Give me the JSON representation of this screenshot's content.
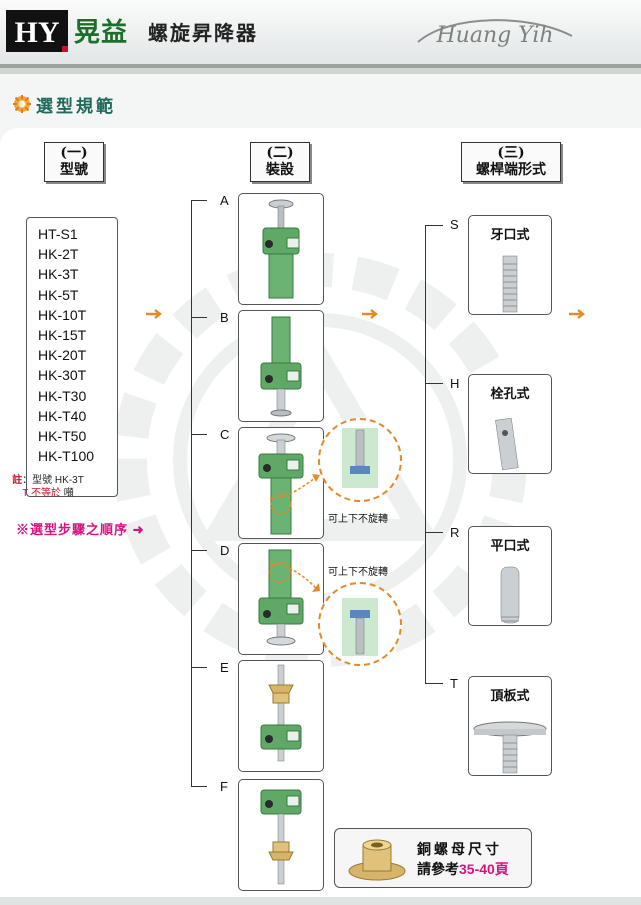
{
  "header": {
    "brand_mark": "HY",
    "brand_name": "晃益",
    "product_title": "螺旋昇降器",
    "signature": "Huang Yih"
  },
  "section_title": "選型規範",
  "steps": [
    {
      "number": "(一)",
      "label": "型號"
    },
    {
      "number": "(二)",
      "label": "裝設"
    },
    {
      "number": "(三)",
      "label": "螺桿端形式"
    }
  ],
  "models": [
    "HT-S1",
    "HK-2T",
    "HK-3T",
    "HK-5T",
    "HK-10T",
    "HK-15T",
    "HK-20T",
    "HK-30T",
    "HK-T30",
    "HK-T40",
    "HK-T50",
    "HK-T100"
  ],
  "models_note": {
    "prefix": "註",
    "line1": "：型號 HK-3T",
    "line2_red": "T 不等於",
    "line2_tail": "噸"
  },
  "order_note": "※選型步驟之順序 ➜",
  "mounting_options": [
    "A",
    "B",
    "C",
    "D",
    "E",
    "F"
  ],
  "callouts": [
    "可上下不旋轉",
    "可上下不旋轉"
  ],
  "end_types": [
    {
      "letter": "S",
      "label": "牙口式"
    },
    {
      "letter": "H",
      "label": "栓孔式"
    },
    {
      "letter": "R",
      "label": "平口式"
    },
    {
      "letter": "T",
      "label": "頂板式"
    }
  ],
  "nut_note": {
    "line1": "銅螺母尺寸",
    "line2_prefix": "請參考",
    "line2_pages": "35-40頁"
  },
  "colors": {
    "brand_green": "#1b6f2a",
    "jack_green": "#5fa866",
    "accent_orange": "#e28a2b",
    "accent_pink": "#d6137f"
  }
}
